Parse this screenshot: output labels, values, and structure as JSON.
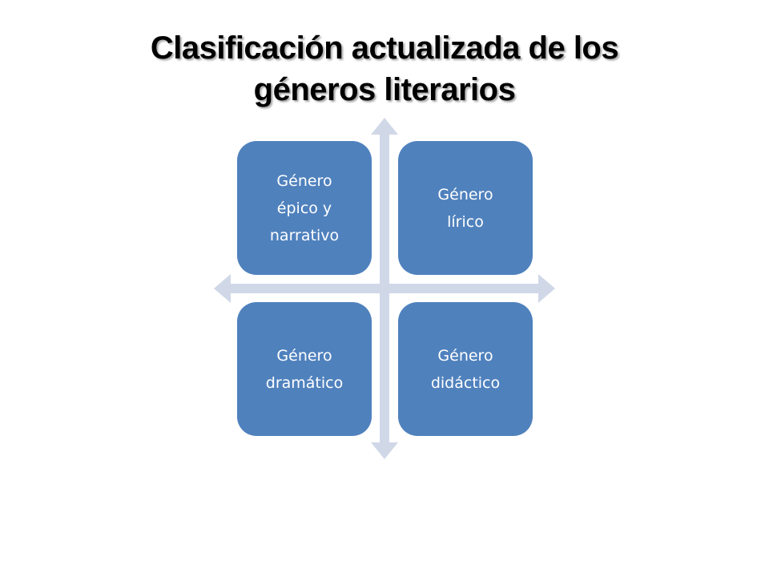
{
  "slide": {
    "title_lines": [
      "Clasificación actualizada de los",
      "géneros literarios"
    ]
  },
  "diagram": {
    "type": "quadrant-matrix-with-axes",
    "box_color": "#4f81bd",
    "axis_color": "#d0d8e8",
    "text_color": "#ffffff",
    "quadrants": [
      {
        "position": "top-left",
        "label": "Género\népico y\nnarrativo"
      },
      {
        "position": "top-right",
        "label": "Género\nlírico"
      },
      {
        "position": "bottom-left",
        "label": "Género\ndramático"
      },
      {
        "position": "bottom-right",
        "label": "Género\ndidáctico"
      }
    ],
    "axes": [
      {
        "name": "vertical-double-arrow"
      },
      {
        "name": "horizontal-double-arrow"
      }
    ]
  }
}
